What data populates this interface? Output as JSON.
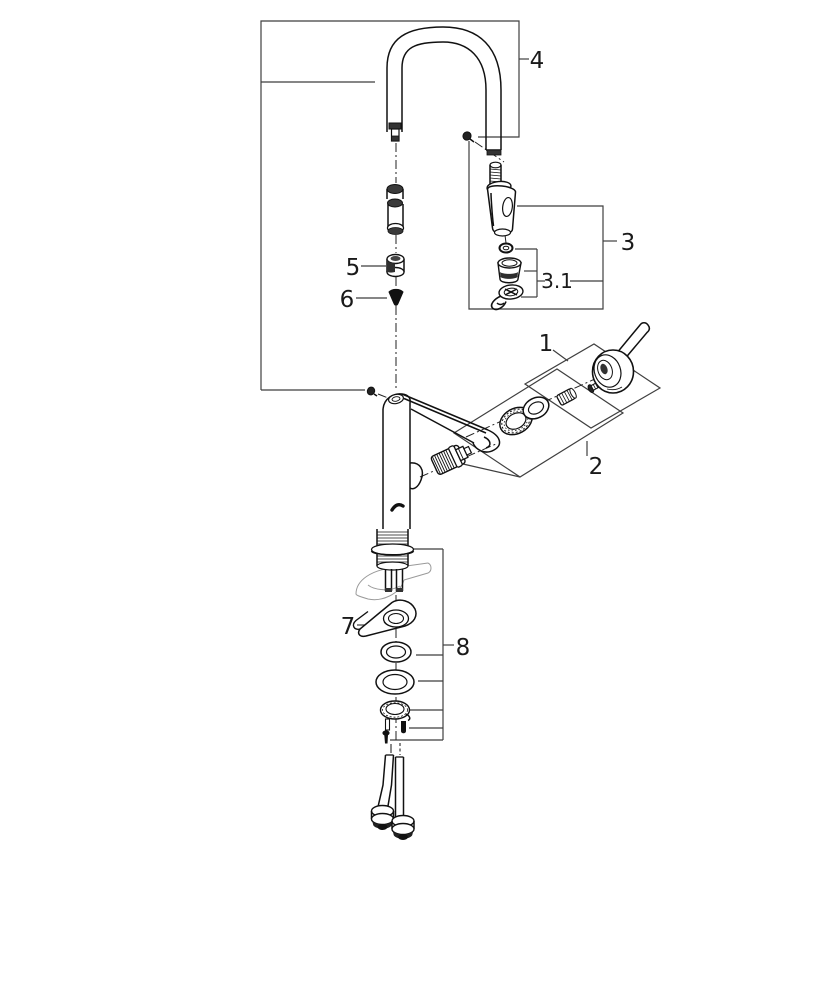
{
  "diagram": {
    "type": "exploded-parts-diagram",
    "subject": "single-lever kitchen faucet with pull-out spray",
    "background": "#ffffff",
    "colors": {
      "part_outline": "#111111",
      "bracket_line": "#3f3f3f",
      "phantom_line": "#9a9a9a",
      "label_text": "#1a1a1a",
      "solid_fill": "#1c1c1c"
    },
    "labels": {
      "l1": "1",
      "l2": "2",
      "l3": "3",
      "l3_1": "3.1",
      "l4": "4",
      "l5": "5",
      "l6": "6",
      "l7": "7",
      "l8": "8"
    }
  }
}
